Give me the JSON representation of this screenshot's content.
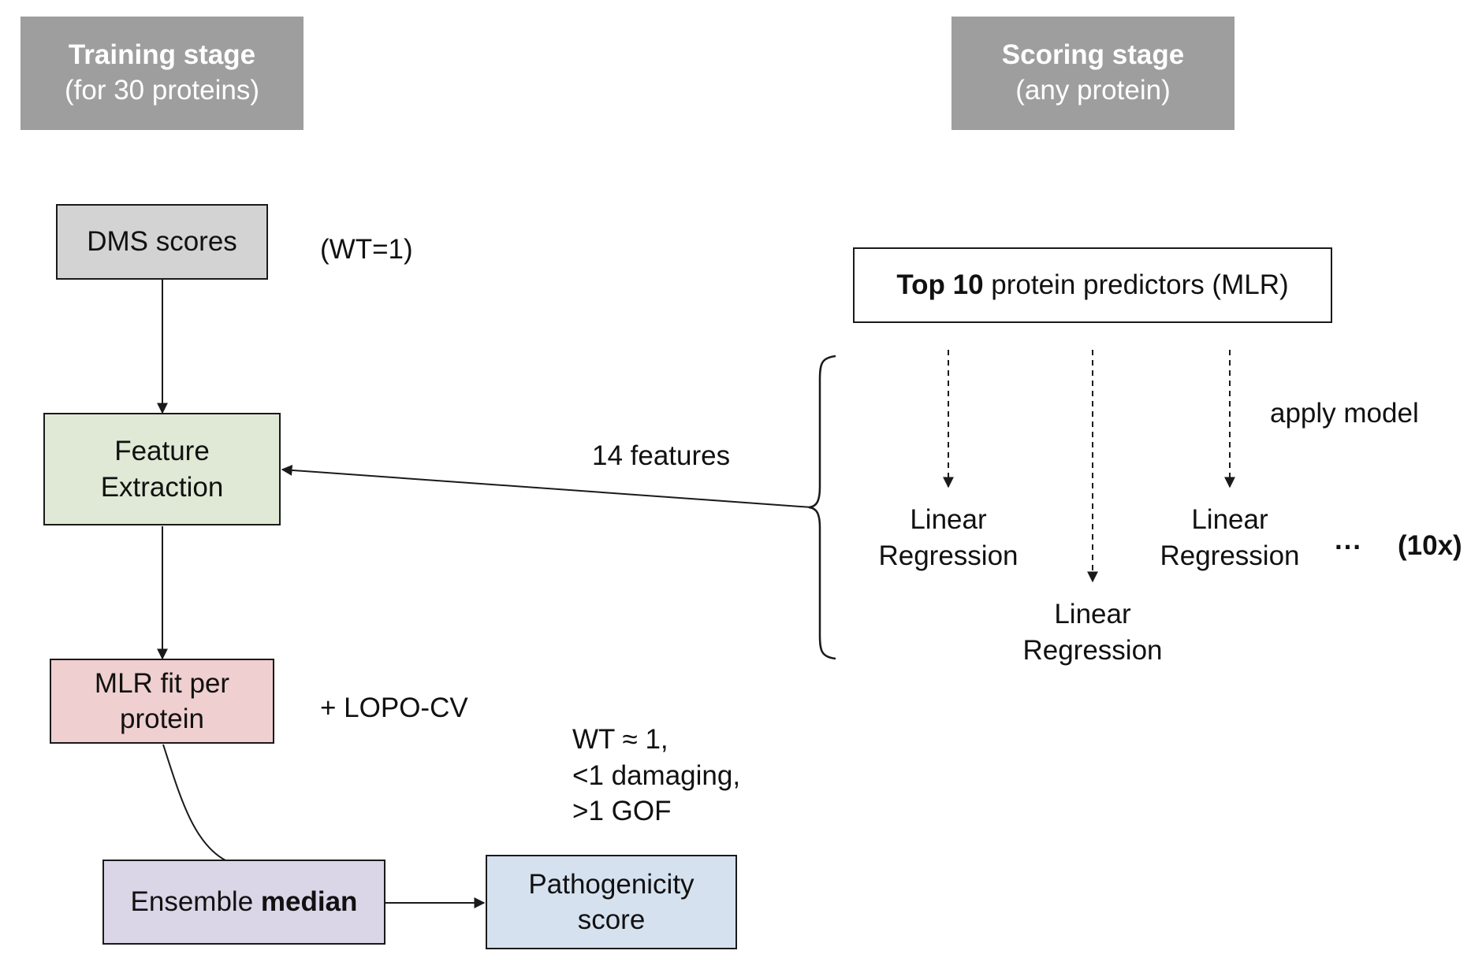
{
  "training_stage": {
    "title": "Training stage",
    "subtitle": "(for 30 proteins)"
  },
  "scoring_stage": {
    "title": "Scoring stage",
    "subtitle": "(any protein)"
  },
  "nodes": {
    "dms_scores": "DMS scores",
    "feature_extraction": [
      "Feature",
      "Extraction"
    ],
    "mlr_fit": [
      "MLR fit per",
      "protein"
    ],
    "ensemble": {
      "prefix": "Ensemble ",
      "bold": "median"
    },
    "pathogenicity": [
      "Pathogenicity",
      "score"
    ],
    "top10": {
      "bold": "Top 10",
      "rest": " protein predictors (MLR)"
    }
  },
  "annotations": {
    "wt": "(WT=1)",
    "lopo": "+ LOPO-CV",
    "features": "14 features",
    "apply_model": "apply model",
    "interpretation": [
      "WT ≈ 1,",
      "<1 damaging,",
      ">1 GOF"
    ],
    "ellipsis": "···",
    "repeat": "(10x)"
  },
  "linear_regression": [
    [
      "Linear",
      "Regression"
    ],
    [
      "Linear",
      "Regression"
    ],
    [
      "Linear",
      "Regression"
    ]
  ],
  "colors": {
    "stage_header": "#9e9e9e",
    "dms": "#d3d3d3",
    "feature": "#dfe9d5",
    "mlr": "#efcfcf",
    "ensemble": "#dad5e7",
    "pathogenicity": "#d6e1ef",
    "top10": "#ffffff"
  }
}
